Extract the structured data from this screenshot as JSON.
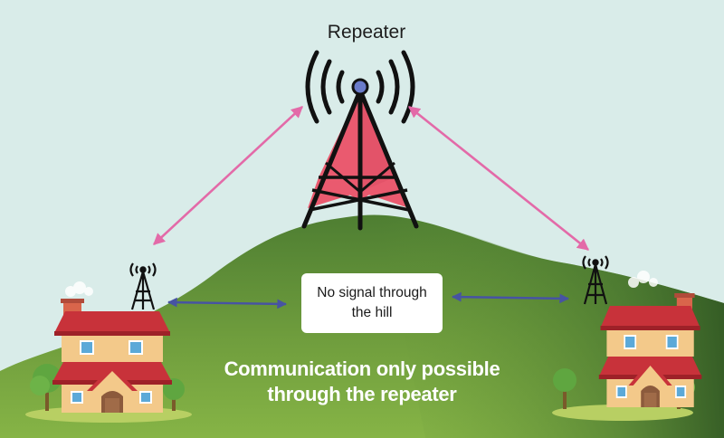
{
  "repeater_label": "Repeater",
  "no_signal_note": {
    "line1": "No signal through",
    "line2": "the hill"
  },
  "caption": {
    "line1": "Communication only possible",
    "line2": "through the repeater"
  },
  "colors": {
    "sky": "#d9ece9",
    "hill_light": "#78a83f",
    "hill_dark": "#3f6e2c",
    "tower_fill": "#ea5a6f",
    "repeater_link_arrow": "#e36aa8",
    "blocked_link_arrow": "#4753a3",
    "roof": "#c8323a",
    "wall": "#f3c98a"
  },
  "icons": [
    "repeater-tower-icon",
    "signal-waves-icon",
    "house-icon",
    "antenna-icon",
    "tree-icon",
    "double-arrow-icon"
  ]
}
